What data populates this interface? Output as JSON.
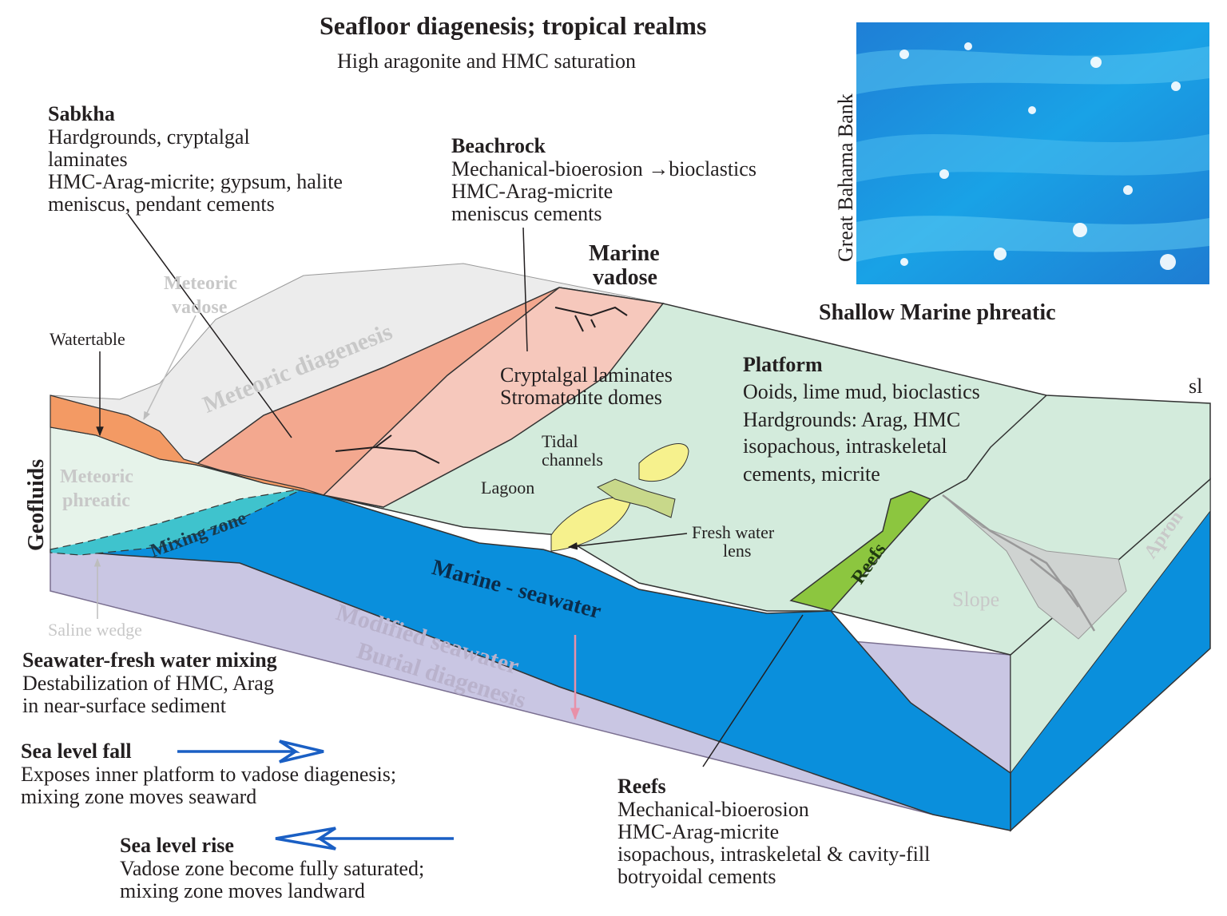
{
  "title": "Seafloor diagenesis; tropical realms",
  "subtitle": "High aragonite and HMC saturation",
  "photo_caption": "Great Bahama Bank",
  "sabkha": {
    "heading": "Sabkha",
    "lines": [
      "Hardgrounds, cryptalgal",
      "laminates",
      "HMC-Arag-micrite; gypsum, halite",
      "meniscus, pendant cements"
    ]
  },
  "beachrock": {
    "heading": "Beachrock",
    "lines": [
      "Mechanical-bioerosion →bioclastics",
      "HMC-Arag-micrite",
      "meniscus cements"
    ]
  },
  "marine_vadose": [
    "Marine",
    "vadose"
  ],
  "shallow_marine_phreatic": "Shallow Marine phreatic",
  "meteoric_vadose": [
    "Meteoric",
    "vadose"
  ],
  "meteoric_diagenesis": "Meteoric diagenesis",
  "watertable": "Watertable",
  "cryptalgal": [
    "Cryptalgal laminates",
    "Stromatolite domes"
  ],
  "platform": {
    "heading": "Platform",
    "lines": [
      "Ooids, lime mud, bioclastics",
      "Hardgrounds: Arag, HMC",
      "isopachous, intraskeletal",
      "cements, micrite"
    ]
  },
  "sl": "sl",
  "geofluids": "Geofluids",
  "meteoric_phreatic": [
    "Meteoric",
    "phreatic"
  ],
  "mixing_zone": "Mixing zone",
  "tidal_channels": [
    "Tidal",
    "channels"
  ],
  "lagoon": "Lagoon",
  "fresh_water_lens": [
    "Fresh water",
    "lens"
  ],
  "reefs_label": "Reefs",
  "apron": "Apron",
  "slope": "Slope",
  "marine_seawater": "Marine - seawater",
  "saline_wedge": "Saline wedge",
  "modified_seawater": "Modified seawater",
  "burial_diagenesis": "Burial diagenesis",
  "mixing_note": {
    "heading": "Seawater-fresh water mixing",
    "lines": [
      "Destabilization of HMC, Arag",
      "in near-surface sediment"
    ]
  },
  "sea_level_fall": {
    "heading": "Sea level fall",
    "lines": [
      "Exposes inner platform to vadose diagenesis;",
      "mixing zone moves seaward"
    ]
  },
  "sea_level_rise": {
    "heading": "Sea level rise",
    "lines": [
      "Vadose zone become fully saturated;",
      "mixing zone moves landward"
    ]
  },
  "reefs_note": {
    "heading": "Reefs",
    "lines": [
      "Mechanical-bioerosion",
      "HMC-Arag-micrite",
      "isopachous, intraskeletal & cavity-fill",
      "botryoidal cements"
    ]
  },
  "colors": {
    "platform_green": "#d3ebdc",
    "seawater_blue": "#0a8fdc",
    "burial_purple": "#c9c6e3",
    "beachrock_pink": "#f6c8bc",
    "sabkha_salmon": "#f3a88f",
    "watertable_orange": "#f39a64",
    "mixing_teal": "#3fc3cd",
    "reef_green": "#8cc63f",
    "arrow_blue": "#1a5fc4",
    "burial_arrow": "#e890a8"
  }
}
